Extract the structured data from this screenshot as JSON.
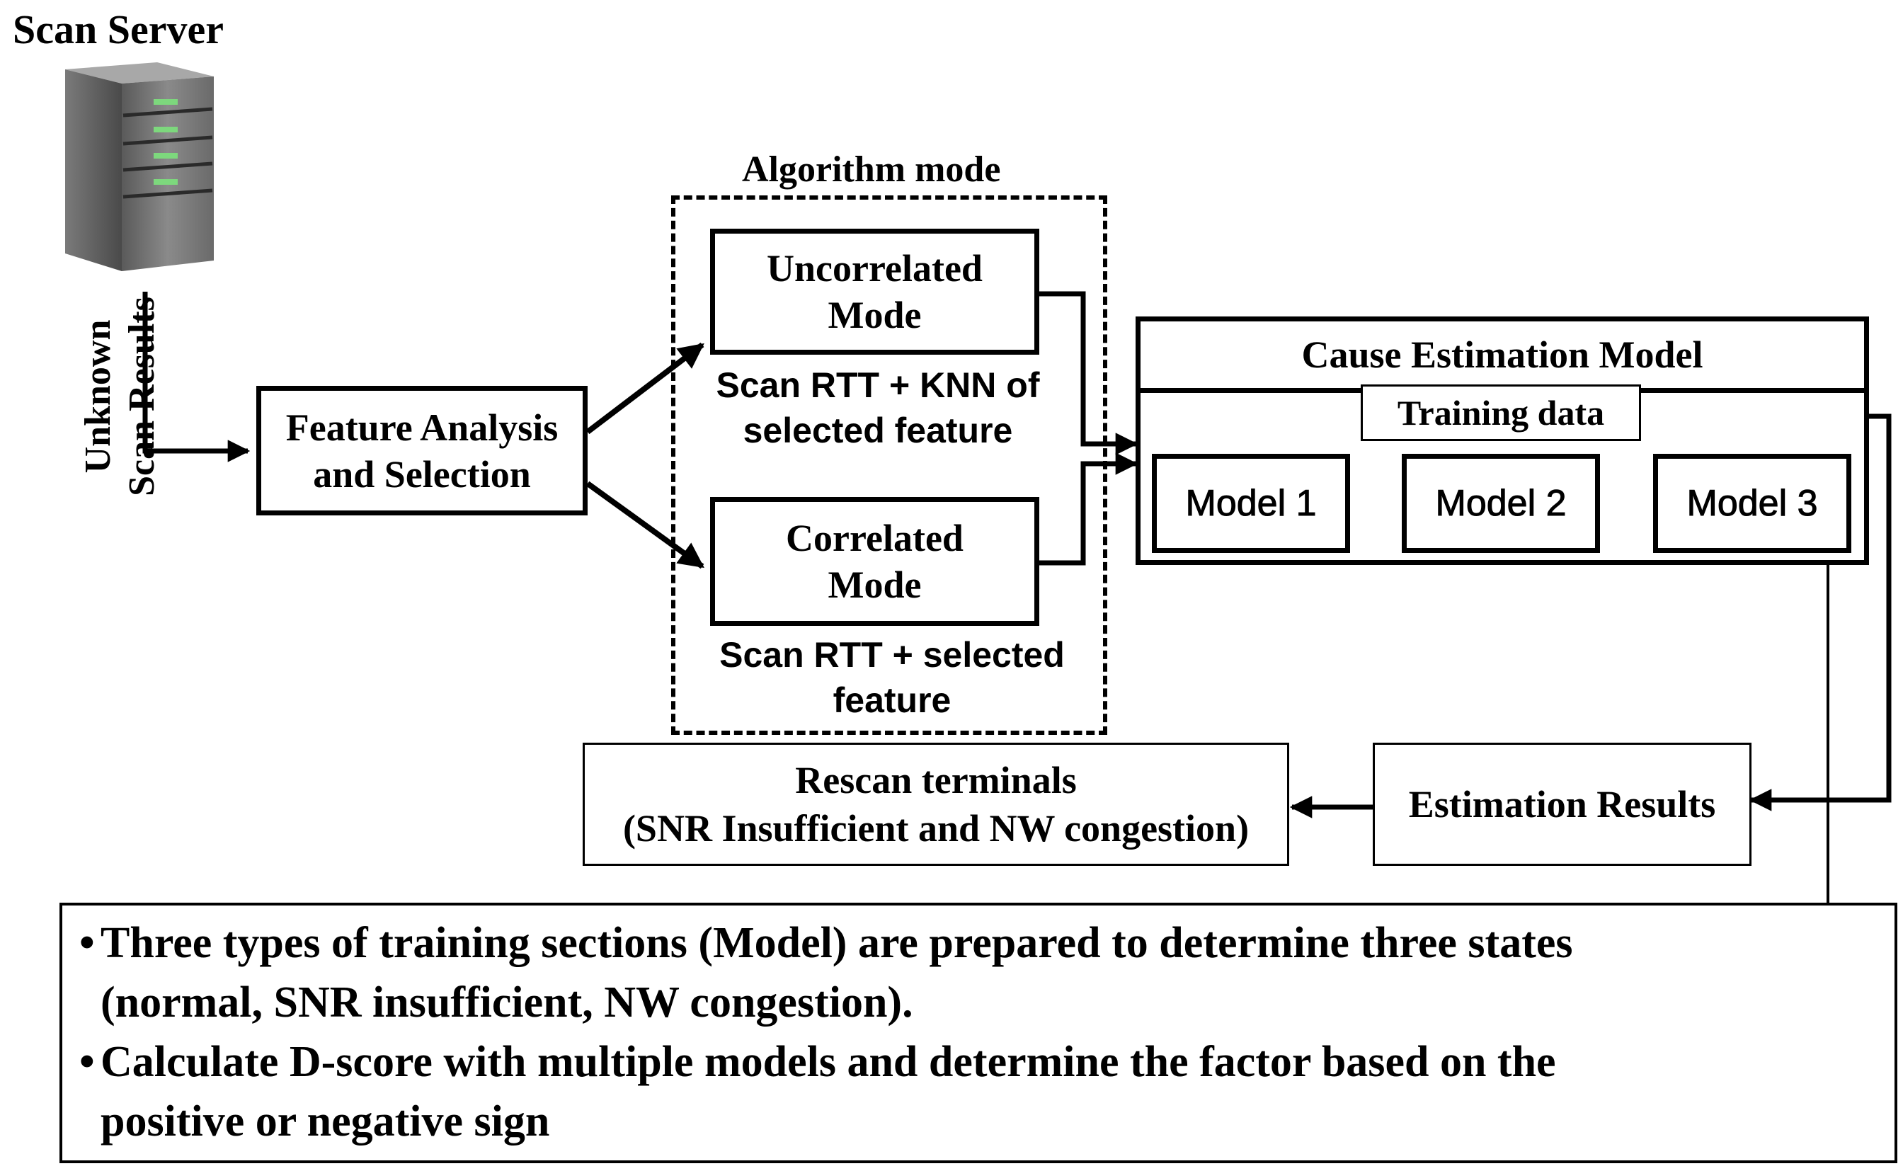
{
  "server": {
    "title": "Scan Server",
    "input_label_line1": "Unknown",
    "input_label_line2": "Scan Results"
  },
  "feature_box": {
    "line1": "Feature Analysis",
    "line2": "and Selection"
  },
  "algorithm_mode": {
    "title": "Algorithm mode",
    "uncorrelated": {
      "line1": "Uncorrelated",
      "line2": "Mode",
      "caption_line1": "Scan RTT + KNN of",
      "caption_line2": "selected feature"
    },
    "correlated": {
      "line1": "Correlated",
      "line2": "Mode",
      "caption_line1": "Scan RTT + selected",
      "caption_line2": "feature"
    }
  },
  "cause_model": {
    "title": "Cause Estimation Model",
    "training_data": "Training data",
    "models": [
      "Model 1",
      "Model 2",
      "Model 3"
    ]
  },
  "estimation_results": "Estimation Results",
  "rescan": {
    "line1": "Rescan terminals",
    "line2": "(SNR Insufficient and NW congestion)"
  },
  "notes": {
    "bullet": "•",
    "item1_line1": "Three types of training sections (Model) are prepared to determine three states",
    "item1_line2": "(normal, SNR insufficient, NW congestion).",
    "item2_line1": "Calculate D-score with multiple models and determine the factor based on the",
    "item2_line2": "positive or negative sign"
  },
  "colors": {
    "line": "#000000",
    "server_body": "#6e6e6e",
    "server_led": "#7dd87d"
  }
}
